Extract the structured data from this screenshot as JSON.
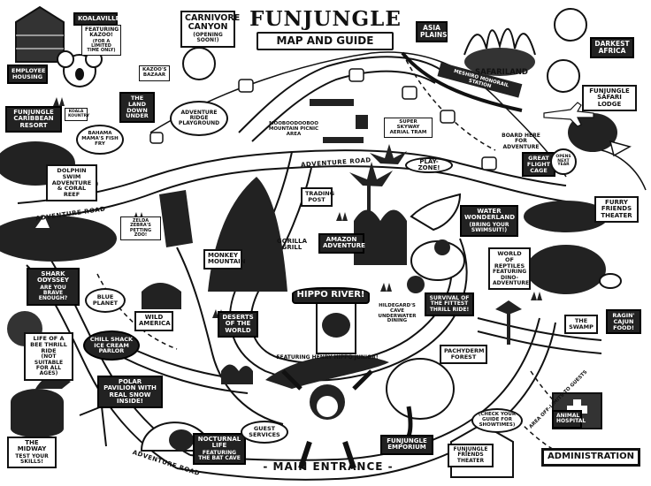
{
  "header": {
    "title": "FUNJUNGLE",
    "subtitle": "MAP AND GUIDE"
  },
  "main_entrance": "- MAIN ENTRANCE -",
  "locations": {
    "koalaville": "KOALAVILLE!",
    "featuring_kazoo": "FEATURING KAZOO!",
    "featuring_kazoo_note": "(FOR A LIMITED TIME ONLY)",
    "employee_housing": "EMPLOYEE HOUSING",
    "kazoos_bazaar": "KAZOO'S BAZAAR",
    "carnivore_canyon": "CARNIVORE CANYON",
    "carnivore_note": "(OPENING SOON!)",
    "asia_plains": "ASIA PLAINS",
    "safariland": "SAFARILAND",
    "darkest_africa": "DARKEST AFRICA",
    "safari_lodge": "FUNJUNGLE SAFARI LODGE",
    "caribbean_resort": "FUNJUNGLE CARIBBEAN RESORT",
    "koala_kountry": "KOALA KOUNTRY",
    "land_down_under": "THE LAND DOWN UNDER",
    "adventure_ridge": "ADVENTURE RIDGE PLAYGROUND",
    "picnic_area": "MOOBOODOOBOO MOUNTAIN PICNIC AREA",
    "aerial_tram": "SUPER SKYWAY AERIAL TRAM",
    "monorail": "MESHIRO MONORAIL STATION",
    "board_here": "BOARD HERE FOR ADVENTURE",
    "great_flight_cage": "GREAT FLIGHT CAGE",
    "opens_next_year": "OPENS NEXT YEAR",
    "bahama_mamas": "BAHAMA MAMA'S FISH FRY",
    "dolphin_swim": "DOLPHIN SWIM ADVENTURE & CORAL REEF",
    "play_zone": "PLAY-ZONE!",
    "trading_post": "TRADING POST",
    "zelda_zebras": "ZELDA ZEBRA'S PETTING ZOO!",
    "monkey_mountain": "MONKEY MOUNTAIN",
    "gorilla_grill": "GORILLA GRILL",
    "amazon_adventure": "AMAZON ADVENTURE",
    "water_wonderland": "WATER WONDERLAND",
    "water_note": "(BRING YOUR SWIMSUIT!)",
    "furry_friends_theater_top": "FURRY FRIENDS THEATER",
    "shark_odyssey": "SHARK ODYSSEY",
    "shark_note": "ARE YOU BRAVE ENOUGH?",
    "world_of_reptiles": "WORLD OF REPTILES",
    "reptiles_note": "FEATURING DINO-ADVENTURE",
    "blue_planet": "BLUE PLANET",
    "wild_america": "WILD AMERICA",
    "hippo_river": "HIPPO RIVER!",
    "hildegards_cave": "HILDEGARD'S CAVE UNDERWATER DINING",
    "survival_fittest": "SURVIVAL OF THE FITTEST THRILL RIDE!",
    "the_swamp": "THE SWAMP",
    "ragin_cajun": "RAGIN' CAJUN FOOD!",
    "life_of_a_bee": "LIFE OF A BEE THRILL RIDE",
    "bee_note": "(NOT SUITABLE FOR ALL AGES)",
    "chill_shack": "CHILL SHACK ICE CREAM PARLOR",
    "deserts_world": "DESERTS OF THE WORLD",
    "featuring_henry": "FEATURING HENRY HIPPO JUNIOR!",
    "pachyderm_forest": "PACHYDERM FOREST",
    "area_off_limits": "AREA OFF-LIMITS TO GUESTS",
    "polar_pavilion": "POLAR PAVILION WITH REAL SNOW INSIDE!",
    "animal_hospital": "ANIMAL HOSPITAL",
    "check_guide": "(CHECK YOUR GUIDE FOR SHOWTIMES)",
    "the_midway": "THE MIDWAY",
    "midway_note": "TEST YOUR SKILLS!",
    "nocturnal_life": "NOCTURNAL LIFE",
    "nocturnal_note": "FEATURING THE BAT CAVE",
    "guest_services": "GUEST SERVICES",
    "funjungle_emporium": "FUNJUNGLE EMPORIUM",
    "friends_theater": "FUNJUNGLE FRIENDS THEATER",
    "administration": "ADMINISTRATION"
  },
  "roads": {
    "adventure_road_a": "ADVENTURE ROAD",
    "adventure_road_b": "ADVENTURE ROAD",
    "adventure_road_c": "ADVENTURE ROAD"
  },
  "colors": {
    "ink": "#111111",
    "paper": "#ffffff",
    "sign_dark": "#222222"
  }
}
